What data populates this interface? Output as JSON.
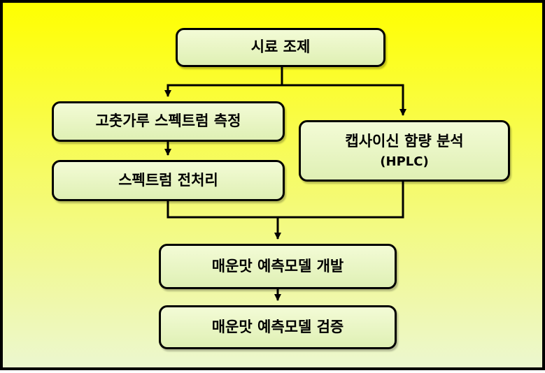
{
  "flowchart": {
    "nodes": {
      "sample_prep": {
        "label": "시료 조제"
      },
      "spectrum_measure": {
        "label": "고춧가루 스펙트럼 측정"
      },
      "spectrum_preprocess": {
        "label": "스펙트럼 전처리"
      },
      "capsaicin_analysis": {
        "label": "캡사이신 함량 분석",
        "sublabel": "(HPLC)"
      },
      "model_development": {
        "label": "매운맛 예측모델 개발"
      },
      "model_verification": {
        "label": "매운맛 예측모델 검증"
      }
    },
    "edges": [
      {
        "from": "sample_prep",
        "to": "spectrum_measure"
      },
      {
        "from": "sample_prep",
        "to": "capsaicin_analysis"
      },
      {
        "from": "spectrum_measure",
        "to": "spectrum_preprocess"
      },
      {
        "from": "spectrum_preprocess",
        "to": "model_development"
      },
      {
        "from": "capsaicin_analysis",
        "to": "model_development"
      },
      {
        "from": "model_development",
        "to": "model_verification"
      }
    ],
    "colors": {
      "background_top": "#ffff00",
      "background_bottom": "#ecf7cf",
      "node_fill": "#e6f4c2",
      "stroke": "#000000"
    }
  }
}
